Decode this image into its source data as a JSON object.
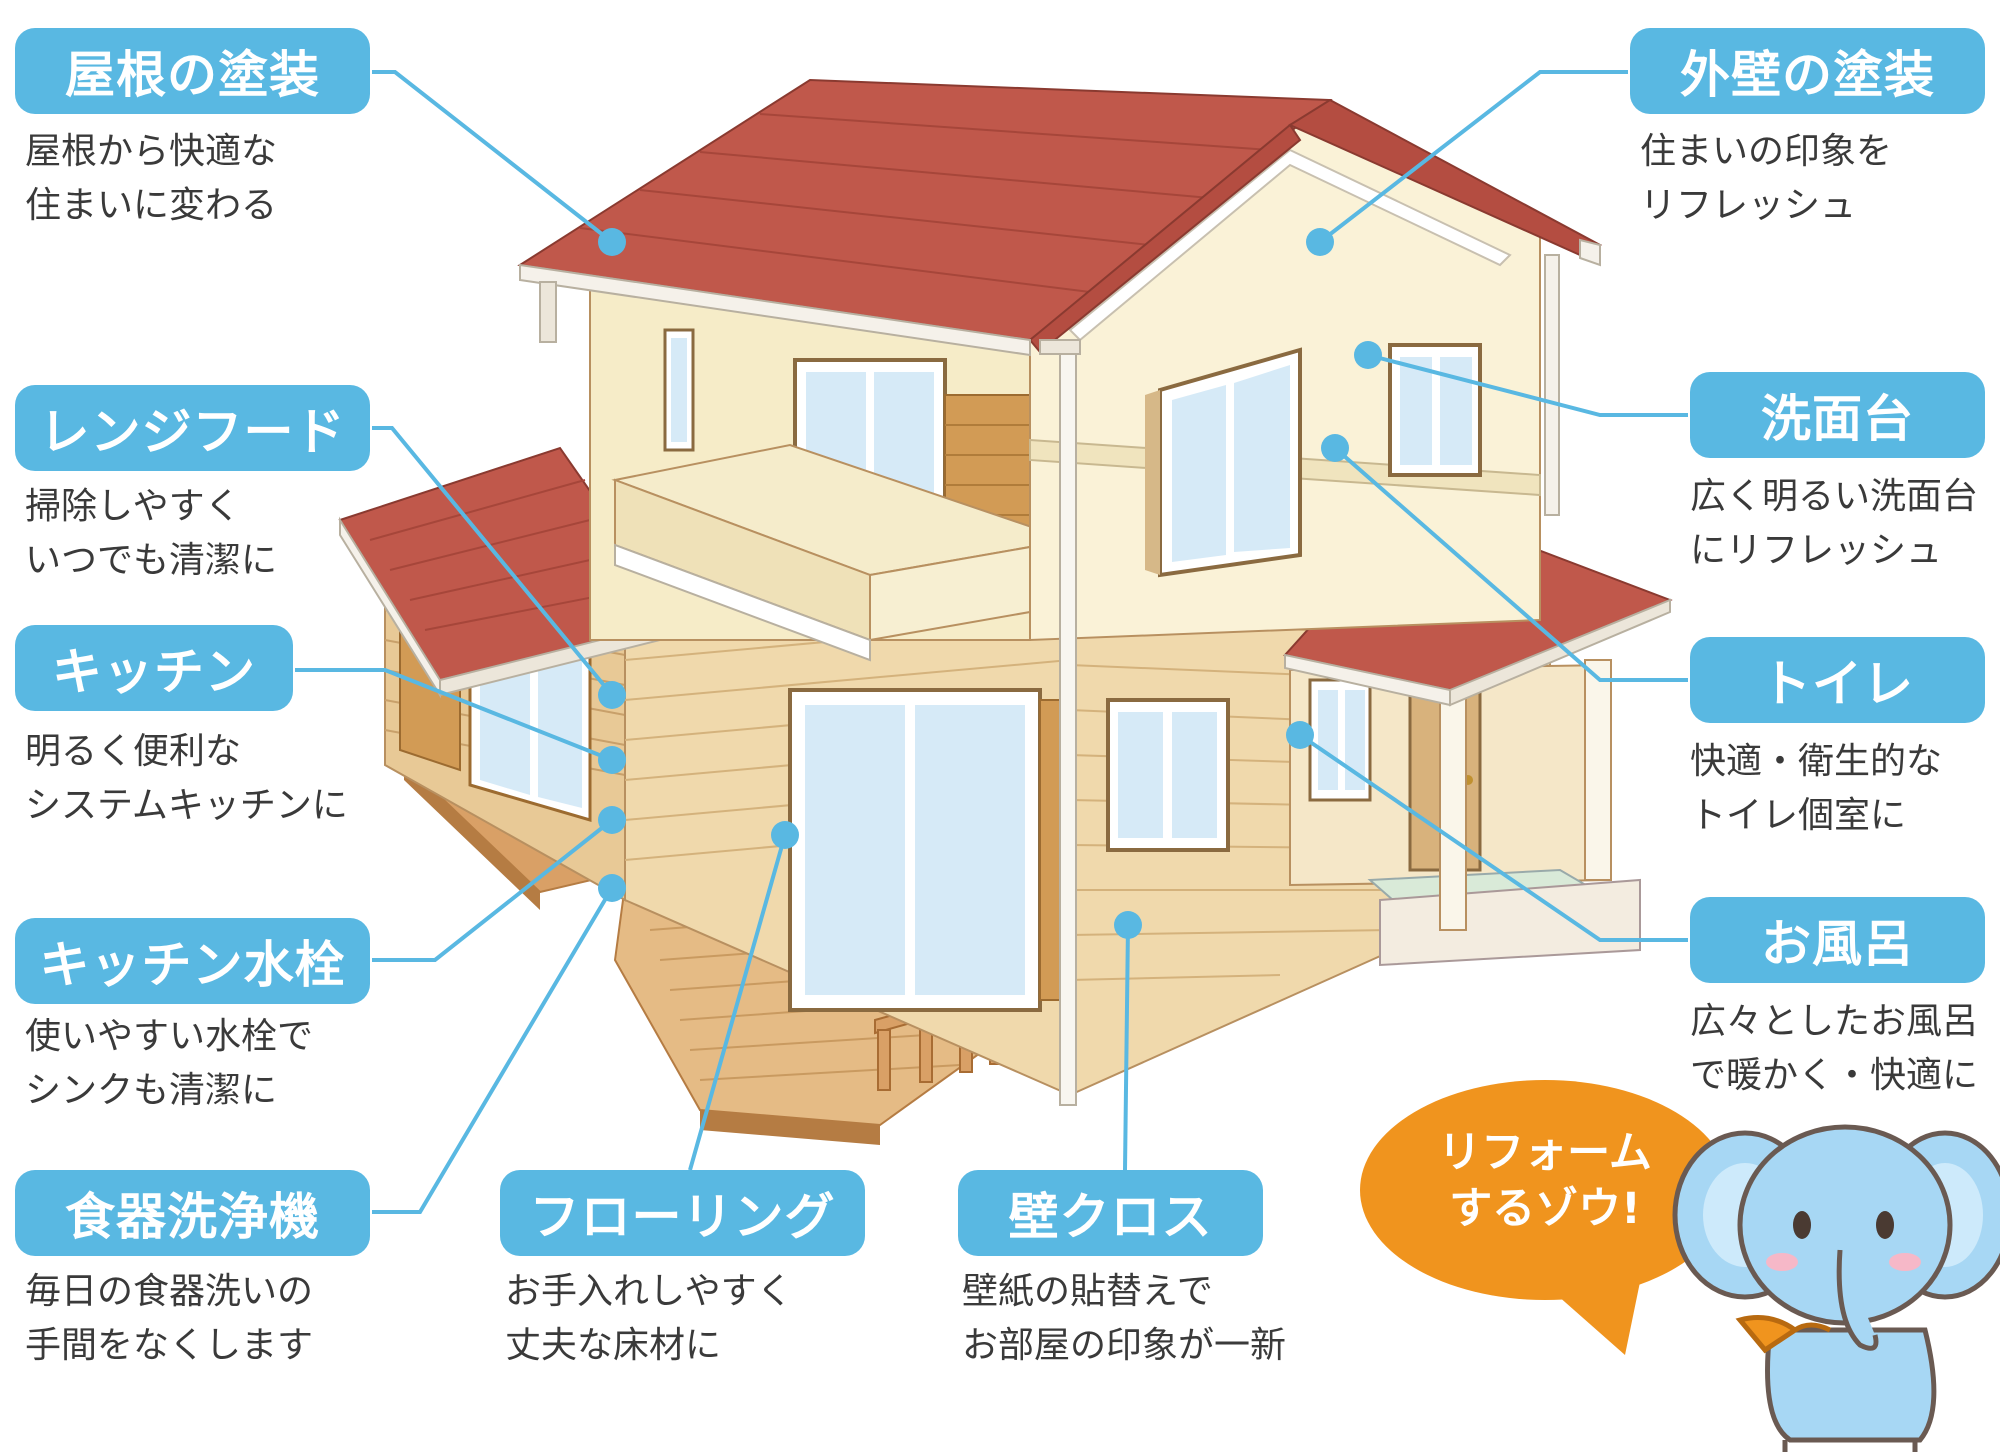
{
  "items": [
    {
      "id": "roof-paint",
      "title": "屋根の塗装",
      "desc": "屋根から快適な\n住まいに変わる"
    },
    {
      "id": "exterior-wall-paint",
      "title": "外壁の塗装",
      "desc": "住まいの印象を\nリフレッシュ"
    },
    {
      "id": "range-hood",
      "title": "レンジフード",
      "desc": "掃除しやすく\nいつでも清潔に"
    },
    {
      "id": "washbasin",
      "title": "洗面台",
      "desc": "広く明るい洗面台\nにリフレッシュ"
    },
    {
      "id": "kitchen",
      "title": "キッチン",
      "desc": "明るく便利な\nシステムキッチンに"
    },
    {
      "id": "toilet",
      "title": "トイレ",
      "desc": "快適・衛生的な\nトイレ個室に"
    },
    {
      "id": "kitchen-faucet",
      "title": "キッチン水栓",
      "desc": "使いやすい水栓で\nシンクも清潔に"
    },
    {
      "id": "bath",
      "title": "お風呂",
      "desc": "広々としたお風呂\nで暖かく・快適に"
    },
    {
      "id": "dishwasher",
      "title": "食器洗浄機",
      "desc": "毎日の食器洗いの\n手間をなくします"
    },
    {
      "id": "flooring",
      "title": "フローリング",
      "desc": "お手入れしやすく\n丈夫な床材に"
    },
    {
      "id": "wallpaper",
      "title": "壁クロス",
      "desc": "壁紙の貼替えで\nお部屋の印象が一新"
    }
  ],
  "mascot": {
    "speech": "リフォーム\nするゾウ!"
  },
  "colors": {
    "label_bg": "#59b8e2",
    "leader_line": "#59b8e2",
    "roof": "#c0584b",
    "wall": "#f6ecc8",
    "siding": "#e8c996",
    "bubble": "#f0941e",
    "elephant": "#a7d7f4"
  }
}
